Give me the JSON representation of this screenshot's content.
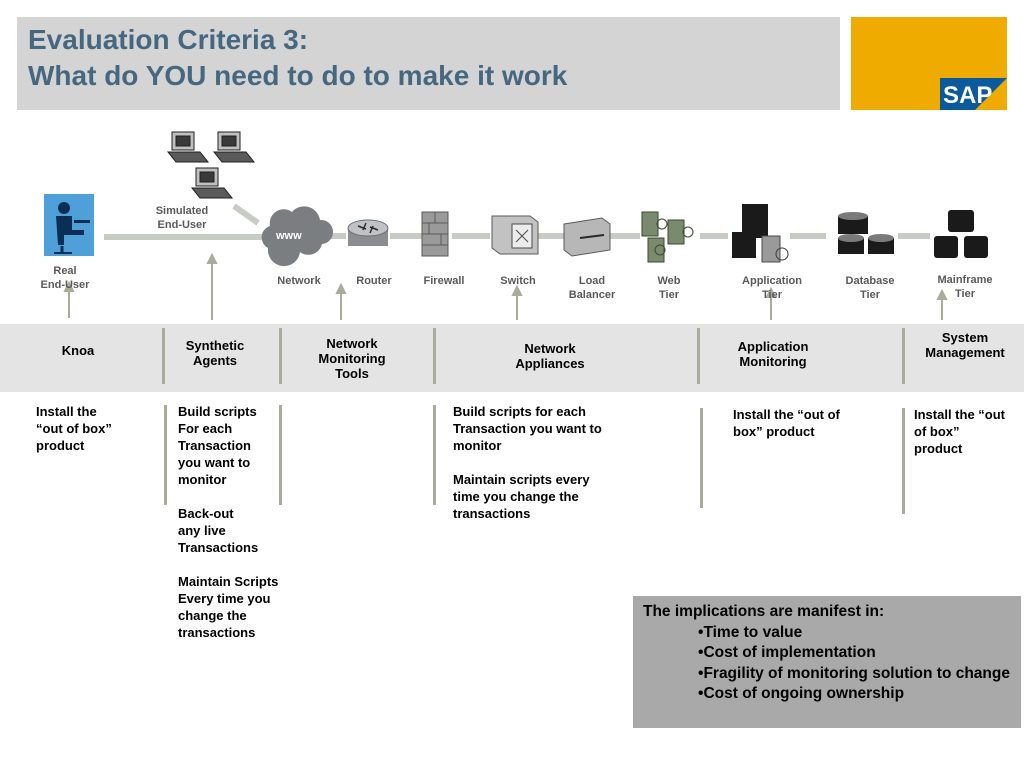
{
  "title": {
    "line1": "Evaluation Criteria 3:",
    "line2": "What do YOU need to do to make it work"
  },
  "logo": {
    "text": "SAP",
    "brand_color": "#f0ab00",
    "logo_color": "#0a5a9c"
  },
  "colors": {
    "title": "#456880",
    "title_bg": "#d4d4d4",
    "band_bg": "#e4e4e4",
    "divider": "#a8ad9a",
    "pipe": "#c6ccc4"
  },
  "diagram": {
    "real_user": "Real\nEnd-User",
    "simulated_user": "Simulated\nEnd-User",
    "www_label": "www",
    "components": {
      "network": "Network",
      "router": "Router",
      "firewall": "Firewall",
      "switch": "Switch",
      "load_balancer": "Load\nBalancer",
      "web_tier": "Web\nTier",
      "app_tier": "Application\nTier",
      "db_tier": "Database\nTier",
      "mainframe_tier": "Mainframe\nTier"
    }
  },
  "categories": {
    "knoa": "Knoa",
    "synthetic": "Synthetic\nAgents",
    "network_tools": "Network\nMonitoring\nTools",
    "appliances": "Network\nAppliances",
    "app_monitoring": "Application\nMonitoring",
    "system_mgmt": "System\nManagement"
  },
  "descriptions": {
    "knoa": [
      "Install the\n“out of box”\nproduct"
    ],
    "synthetic": [
      "Build scripts\nFor each\nTransaction\nyou want to\nmonitor",
      "Back-out\nany live\nTransactions",
      "Maintain Scripts\nEvery time you\nchange the\ntransactions"
    ],
    "appliances": [
      "Build scripts for each\nTransaction you want to\nmonitor",
      "Maintain scripts every\ntime you change the\ntransactions"
    ],
    "app_monitoring": [
      "Install the “out of\nbox” product"
    ],
    "system_mgmt": [
      "Install the “out\nof box”\nproduct"
    ]
  },
  "implications": {
    "heading": "The implications are manifest in:",
    "items": [
      "Time to value",
      "Cost of implementation",
      "Fragility of monitoring solution to change",
      "Cost of ongoing ownership"
    ]
  }
}
